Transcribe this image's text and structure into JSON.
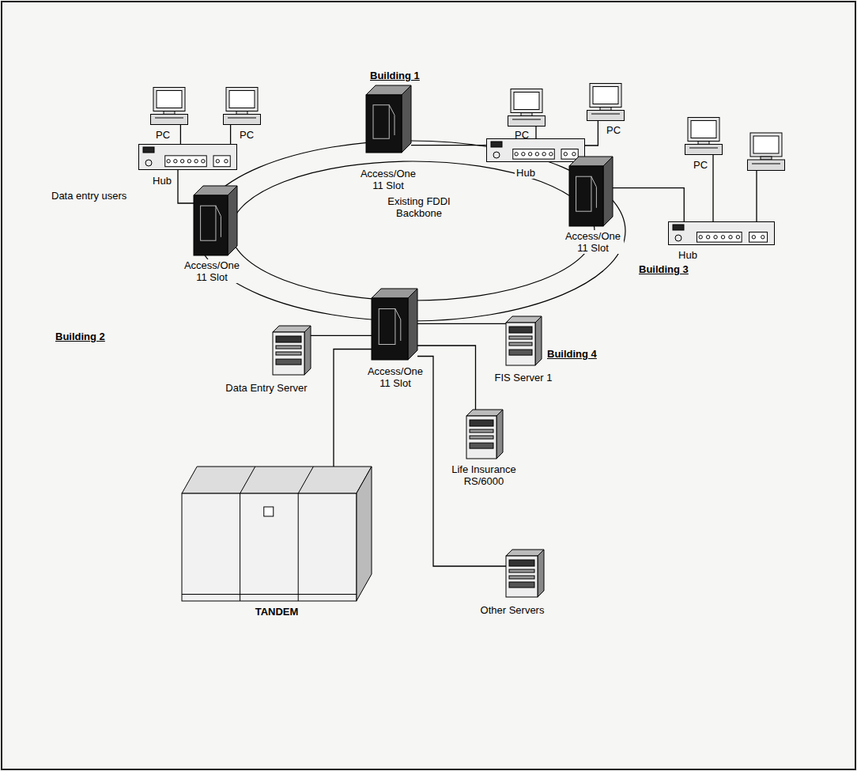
{
  "diagram": {
    "nodes": [
      {
        "text": [
          "PC"
        ]
      },
      {
        "text": [
          "PC"
        ]
      },
      {
        "text": [
          "Hub"
        ]
      },
      {
        "text": [
          "Access/One 11 Slot"
        ]
      },
      {
        "text": [
          "PC"
        ]
      },
      {
        "text": [
          "PC"
        ]
      },
      {
        "text": [
          "Hub"
        ]
      },
      {
        "text": [
          "PC"
        ]
      },
      {
        "text": [
          "Hub"
        ]
      },
      {
        "text": [
          "Access/One 11 Slot"
        ]
      },
      {
        "text": [
          "Access/One 11 Slot"
        ]
      },
      {
        "text": [
          "Existing FDDI Backbone"
        ]
      },
      {
        "text": [
          "Access/One 11 Slot"
        ]
      },
      {
        "text": [
          "Data Entry Server"
        ]
      },
      {
        "text": [
          "FIS Server 1"
        ]
      },
      {
        "text": [
          "Life Insurance RS/6000"
        ]
      },
      {
        "text": [
          "TANDEM"
        ]
      },
      {
        "text": [
          "Other Servers"
        ]
      }
    ],
    "edges": [
      {
        "from": 0,
        "to": 2,
        "arrow": "none"
      },
      {
        "from": 1,
        "to": 2,
        "arrow": "none"
      },
      {
        "from": 2,
        "to": 9,
        "arrow": "none"
      },
      {
        "from": 3,
        "to": 6,
        "arrow": "none"
      },
      {
        "from": 4,
        "to": 6,
        "arrow": "none"
      },
      {
        "from": 5,
        "to": 6,
        "arrow": "none"
      },
      {
        "from": 7,
        "to": 8,
        "arrow": "none"
      },
      {
        "from": 10,
        "to": 8,
        "arrow": "none"
      },
      {
        "from": 13,
        "to": 12,
        "arrow": "none"
      },
      {
        "from": 14,
        "to": 12,
        "arrow": "none"
      },
      {
        "from": 15,
        "to": 12,
        "arrow": "none"
      },
      {
        "from": 16,
        "to": 12,
        "arrow": "none"
      },
      {
        "from": 17,
        "to": 12,
        "arrow": "none"
      }
    ],
    "labels": [
      "Building 1",
      "Data entry users",
      "Building 2",
      "Building 3",
      "Building 4"
    ]
  }
}
